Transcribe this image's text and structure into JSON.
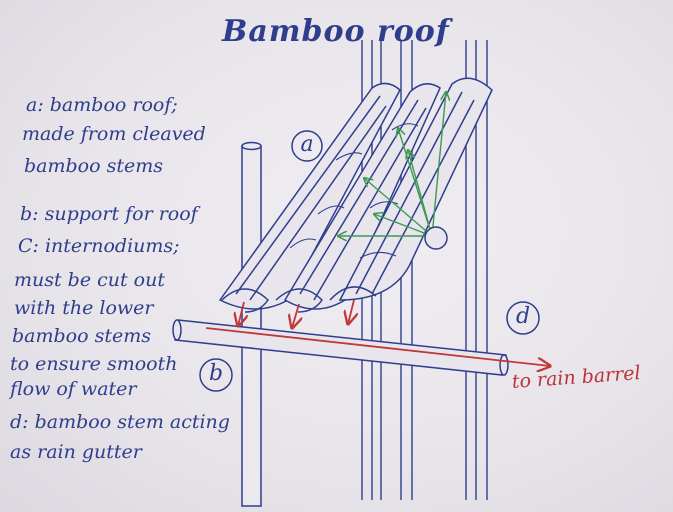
{
  "title": "Bamboo roof",
  "legend": [
    "a: bamboo roof;",
    "made from cleaved",
    "bamboo stems",
    "b: support for roof",
    "C: internodiums;",
    "must be cut out",
    "with the lower",
    "bamboo stems",
    "to ensure smooth",
    "flow of water",
    "d: bamboo stem acting",
    "as rain gutter"
  ],
  "callouts": {
    "a": "a",
    "b": "b",
    "d": "d"
  },
  "flow_label": "to rain barrel",
  "colors": {
    "ink": "#2e3e8c",
    "water": "#c0393b",
    "internode_arrows": "#3f9a55",
    "paper": "#ebe8ee"
  }
}
